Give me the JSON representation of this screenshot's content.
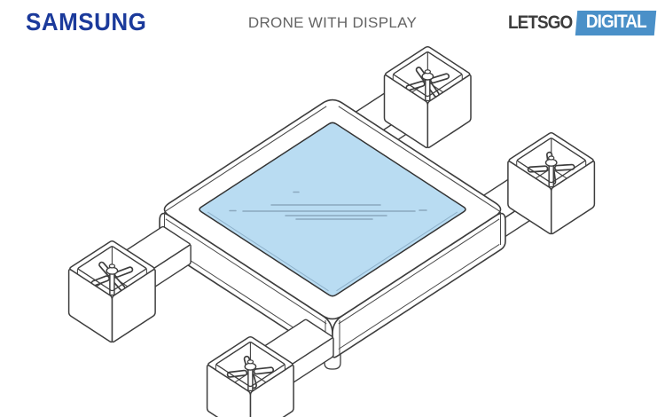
{
  "header": {
    "samsung_logo": "SAMSUNG",
    "title": "DRONE WITH DISPLAY",
    "letsgo": "LETSGO",
    "digital": "DIGITAL"
  },
  "colors": {
    "samsung_blue": "#1b3a9b",
    "letsgo_badge_blue": "#4a90c8",
    "letsgo_text_gray": "#3c3c3c",
    "title_gray": "#646464",
    "display_blue": "#b9dcf2",
    "display_edge_blue": "#8fb2cc",
    "reflection_blue": "#84a0b5",
    "line_dark": "#3d3d3d",
    "line_soft": "#4a4a4a",
    "background": "#ffffff"
  },
  "figure": {
    "description": "Isometric patent drawing of a quadcopter drone whose entire top surface is a large square display",
    "parts": [
      "main-body",
      "display-panel",
      "rotor-arm",
      "rotor-duct",
      "propeller"
    ]
  }
}
